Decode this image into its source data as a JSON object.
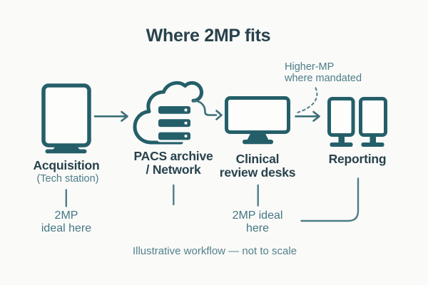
{
  "title": "Where 2MP fits",
  "caption": "Illustrative workflow — not to scale",
  "colors": {
    "background": "#fafaf9",
    "icon_teal": "#245f69",
    "heading_text": "#28424c",
    "secondary_text": "#4b7d85",
    "arrow": "#3b6f78"
  },
  "nodes": {
    "acquisition": {
      "label": "Acquisition",
      "sublabel": "(Tech station)",
      "icon": "portrait-monitor-icon"
    },
    "pacs": {
      "label_line1": "PACS archive",
      "label_line2": "/ Network",
      "icon": "cloud-server-stack-icon"
    },
    "clinical": {
      "label_line1": "Clinical",
      "label_line2": "review desks",
      "icon": "widescreen-monitor-icon"
    },
    "reporting": {
      "label": "Reporting",
      "icon": "dual-portrait-monitors-icon"
    }
  },
  "annotations": {
    "acquisition_note": {
      "line1": "2MP",
      "line2": "ideal here"
    },
    "clinical_note": {
      "line1": "2MP ideal",
      "line2": "here"
    },
    "higher_mp": {
      "line1": "Higher-MP",
      "line2": "where mandated"
    }
  }
}
